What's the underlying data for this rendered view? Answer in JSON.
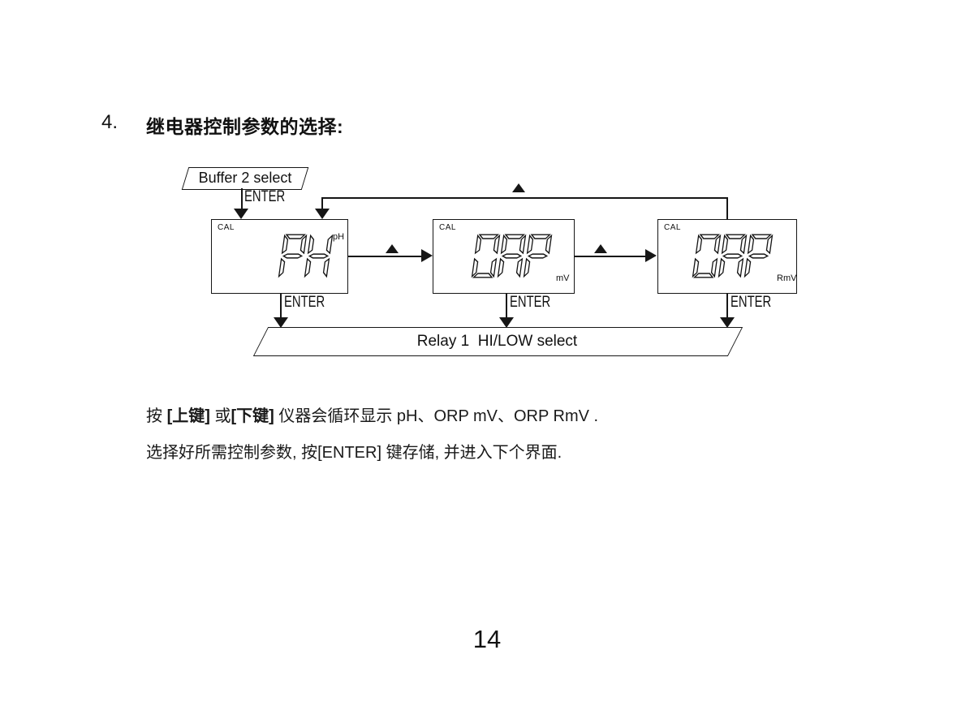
{
  "page": {
    "heading_number": "4.",
    "heading_title": "继电器控制参数的选择:",
    "page_number": "14"
  },
  "diagram": {
    "buffer_label": "Buffer 2 select",
    "enter_label": "ENTER",
    "relay_label": "Relay 1  HI/LOW select",
    "displays": [
      {
        "cal": "CAL",
        "digits": "PH",
        "unit": "pH"
      },
      {
        "cal": "CAL",
        "digits": "ORP",
        "unit": "mV"
      },
      {
        "cal": "CAL",
        "digits": "ORP",
        "unit": "RmV"
      }
    ]
  },
  "body": {
    "line1_prefix": "按 ",
    "line1_key_up": "[上键]",
    "line1_middle": " 或",
    "line1_key_down": "[下键]",
    "line1_suffix": " 仪器会循环显示 pH、ORP mV、ORP RmV .",
    "line2": "选择好所需控制参数, 按[ENTER] 键存储, 并进入下个界面."
  }
}
